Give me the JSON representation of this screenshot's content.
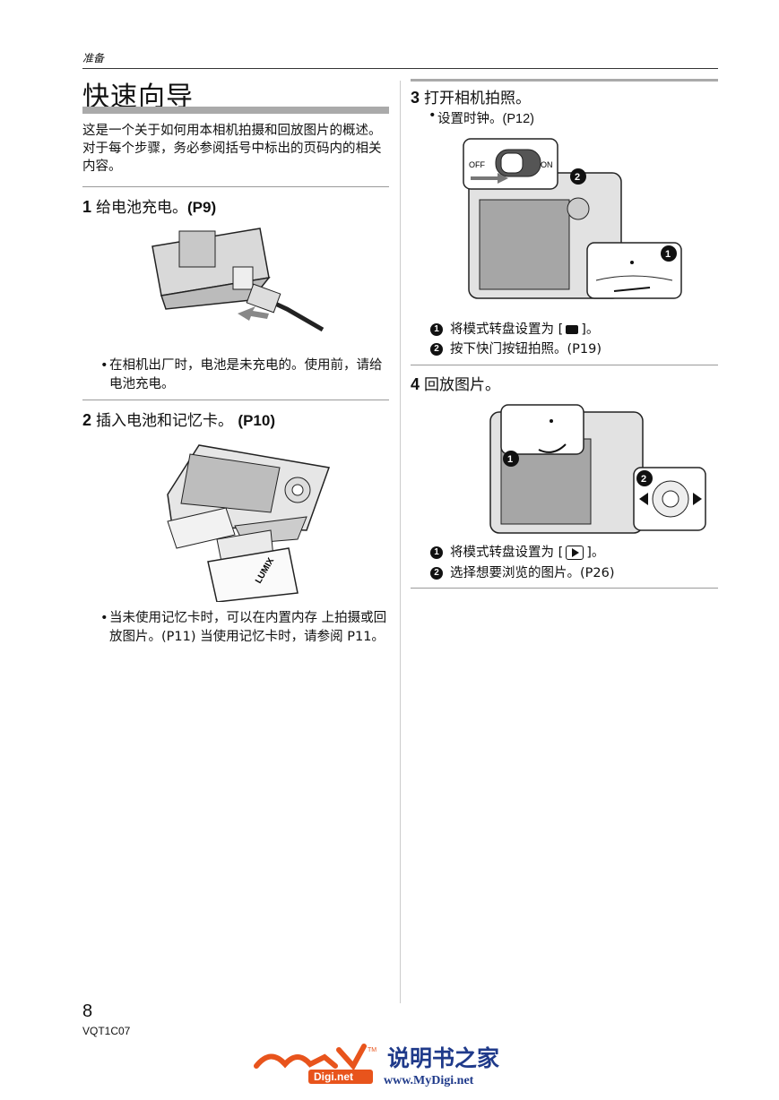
{
  "header": {
    "section": "准备"
  },
  "title": "快速向导",
  "intro": "这是一个关于如何用本相机拍摄和回放图片的概述。对于每个步骤，务必参阅括号中标出的页码内的相关内容。",
  "steps": [
    {
      "num": "1",
      "text": "给电池充电。",
      "ref": "(P9)",
      "bullets": [
        "在相机出厂时，电池是未充电的。使用前，请给电池充电。"
      ]
    },
    {
      "num": "2",
      "text": "插入电池和记忆卡。",
      "ref": "(P10)",
      "bullets": [
        "当未使用记忆卡时，可以在内置内存 上拍摄或回放图片。(P11) 当使用记忆卡时，请参阅 P11。"
      ]
    },
    {
      "num": "3",
      "text": "打开相机拍照。",
      "ref": "",
      "bullets": [
        "设置时钟。(P12)"
      ],
      "captions": [
        "将模式转盘设置为 [",
        "]。",
        "按下快门按钮拍照。(P19)"
      ],
      "switch_off": "OFF",
      "switch_on": "ON"
    },
    {
      "num": "4",
      "text": "回放图片。",
      "ref": "",
      "captions": [
        "将模式转盘设置为 [",
        "]。",
        "选择想要浏览的图片。(P26)"
      ]
    }
  ],
  "markers": {
    "one": "1",
    "two": "2"
  },
  "battery_brand": "LUMIX",
  "footer": {
    "page": "8",
    "model": "VQT1C07"
  },
  "watermark": {
    "site_cn": "说明书之家",
    "url": "www.MyDigi.net",
    "tm": "TM",
    "badge": "Digi.net"
  }
}
